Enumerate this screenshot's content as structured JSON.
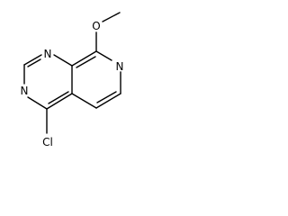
{
  "molecule": {
    "atoms": [
      {
        "id": "N1",
        "label": "N"
      },
      {
        "id": "N3",
        "label": "N"
      },
      {
        "id": "N7",
        "label": "N"
      },
      {
        "id": "O",
        "label": "O"
      },
      {
        "id": "Cl",
        "label": "Cl"
      }
    ],
    "line_color": "#000000",
    "background": "#ffffff"
  }
}
